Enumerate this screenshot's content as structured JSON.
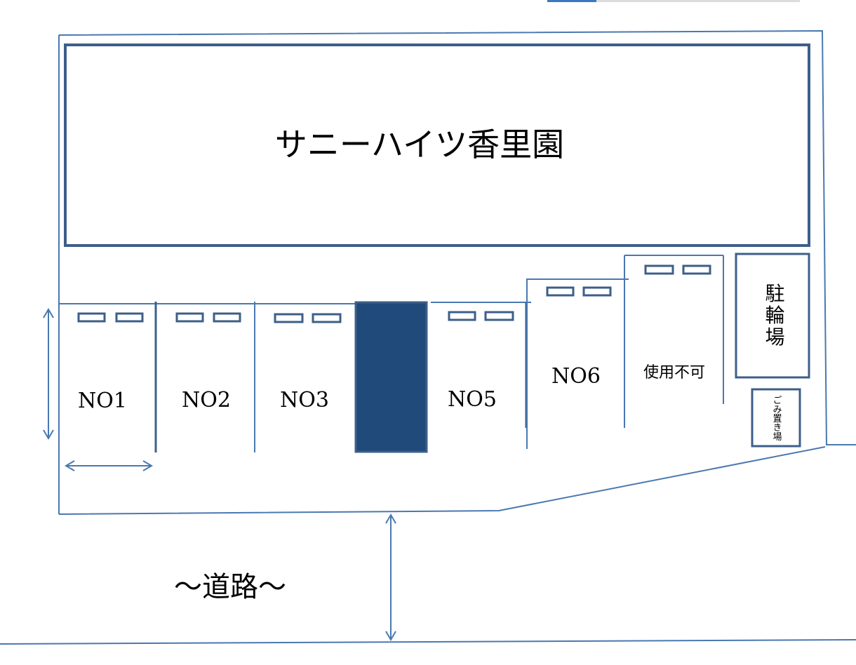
{
  "building": {
    "name": "サニーハイツ香里園"
  },
  "road": {
    "label": "～道路～"
  },
  "parking": {
    "slots": [
      {
        "label": "NO1",
        "filled": false
      },
      {
        "label": "NO2",
        "filled": false
      },
      {
        "label": "NO3",
        "filled": false
      },
      {
        "label": "",
        "filled": true
      },
      {
        "label": "NO5",
        "filled": false
      },
      {
        "label": "NO6",
        "filled": false
      },
      {
        "label": "使用不可",
        "filled": false
      }
    ]
  },
  "bicycle_parking": {
    "label": "駐輪場"
  },
  "garbage": {
    "label": "ごみ置き場"
  },
  "colors": {
    "line": "#4a78b0",
    "box": "#3d5f88",
    "filled_slot": "#1f4a7a"
  }
}
